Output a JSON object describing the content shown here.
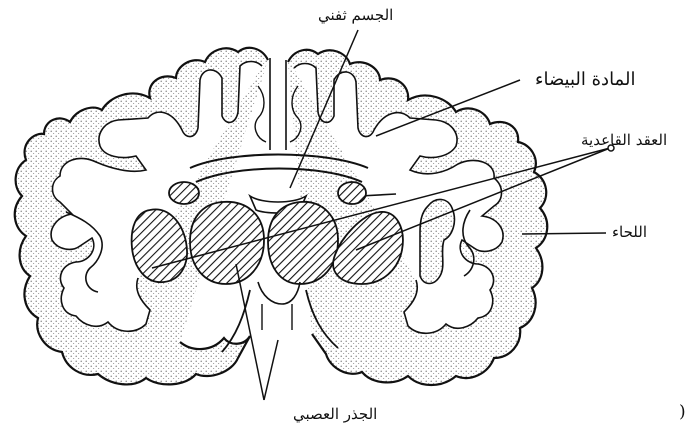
{
  "figure": {
    "labels": {
      "corpus_callosum": "الجسم ثفني",
      "white_matter": "المادة البيضاء",
      "basal_ganglia": "العقد القاعدية",
      "cortex": "اللحاء",
      "brain_stem": "الجذر العصبي",
      "trailing_mark": ")"
    },
    "colors": {
      "line": "#111111",
      "background": "#ffffff",
      "stipple": "#555555"
    }
  }
}
